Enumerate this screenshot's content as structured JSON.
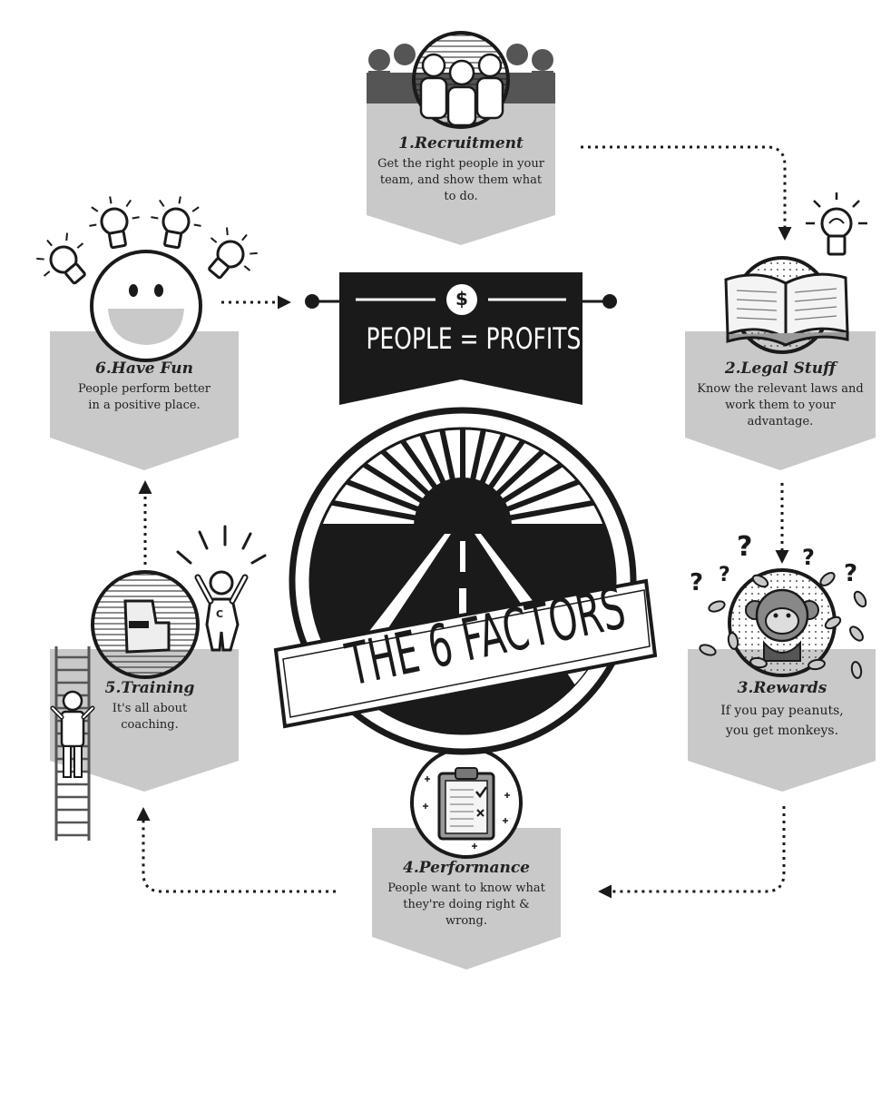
{
  "banner": {
    "text": "PEOPLE = PROFITS",
    "symbol": "$"
  },
  "center": {
    "text": "THE 6 FACTORS"
  },
  "factors": [
    {
      "title": "1.Recruitment",
      "description": "Get the right people in your team, and show them what to do.",
      "icon": "people-group-icon"
    },
    {
      "title": "2.Legal Stuff",
      "description": "Know the relevant laws and work them to your advantage.",
      "icon": "open-book-icon"
    },
    {
      "title": "3.Rewards",
      "description": "If you pay peanuts, you get monkeys.",
      "icon": "monkey-icon"
    },
    {
      "title": "4.Performance",
      "description": "People want to know what they're doing right & wrong.",
      "icon": "clipboard-icon"
    },
    {
      "title": "5.Training",
      "description": "It's all about coaching.",
      "icon": "manual-icon"
    },
    {
      "title": "6.Have Fun",
      "description": "People perform better in a positive place.",
      "icon": "smiley-icon"
    }
  ],
  "colors": {
    "panel": "#c9c9c9",
    "ink": "#1a1a1a",
    "paper": "#ffffff"
  }
}
